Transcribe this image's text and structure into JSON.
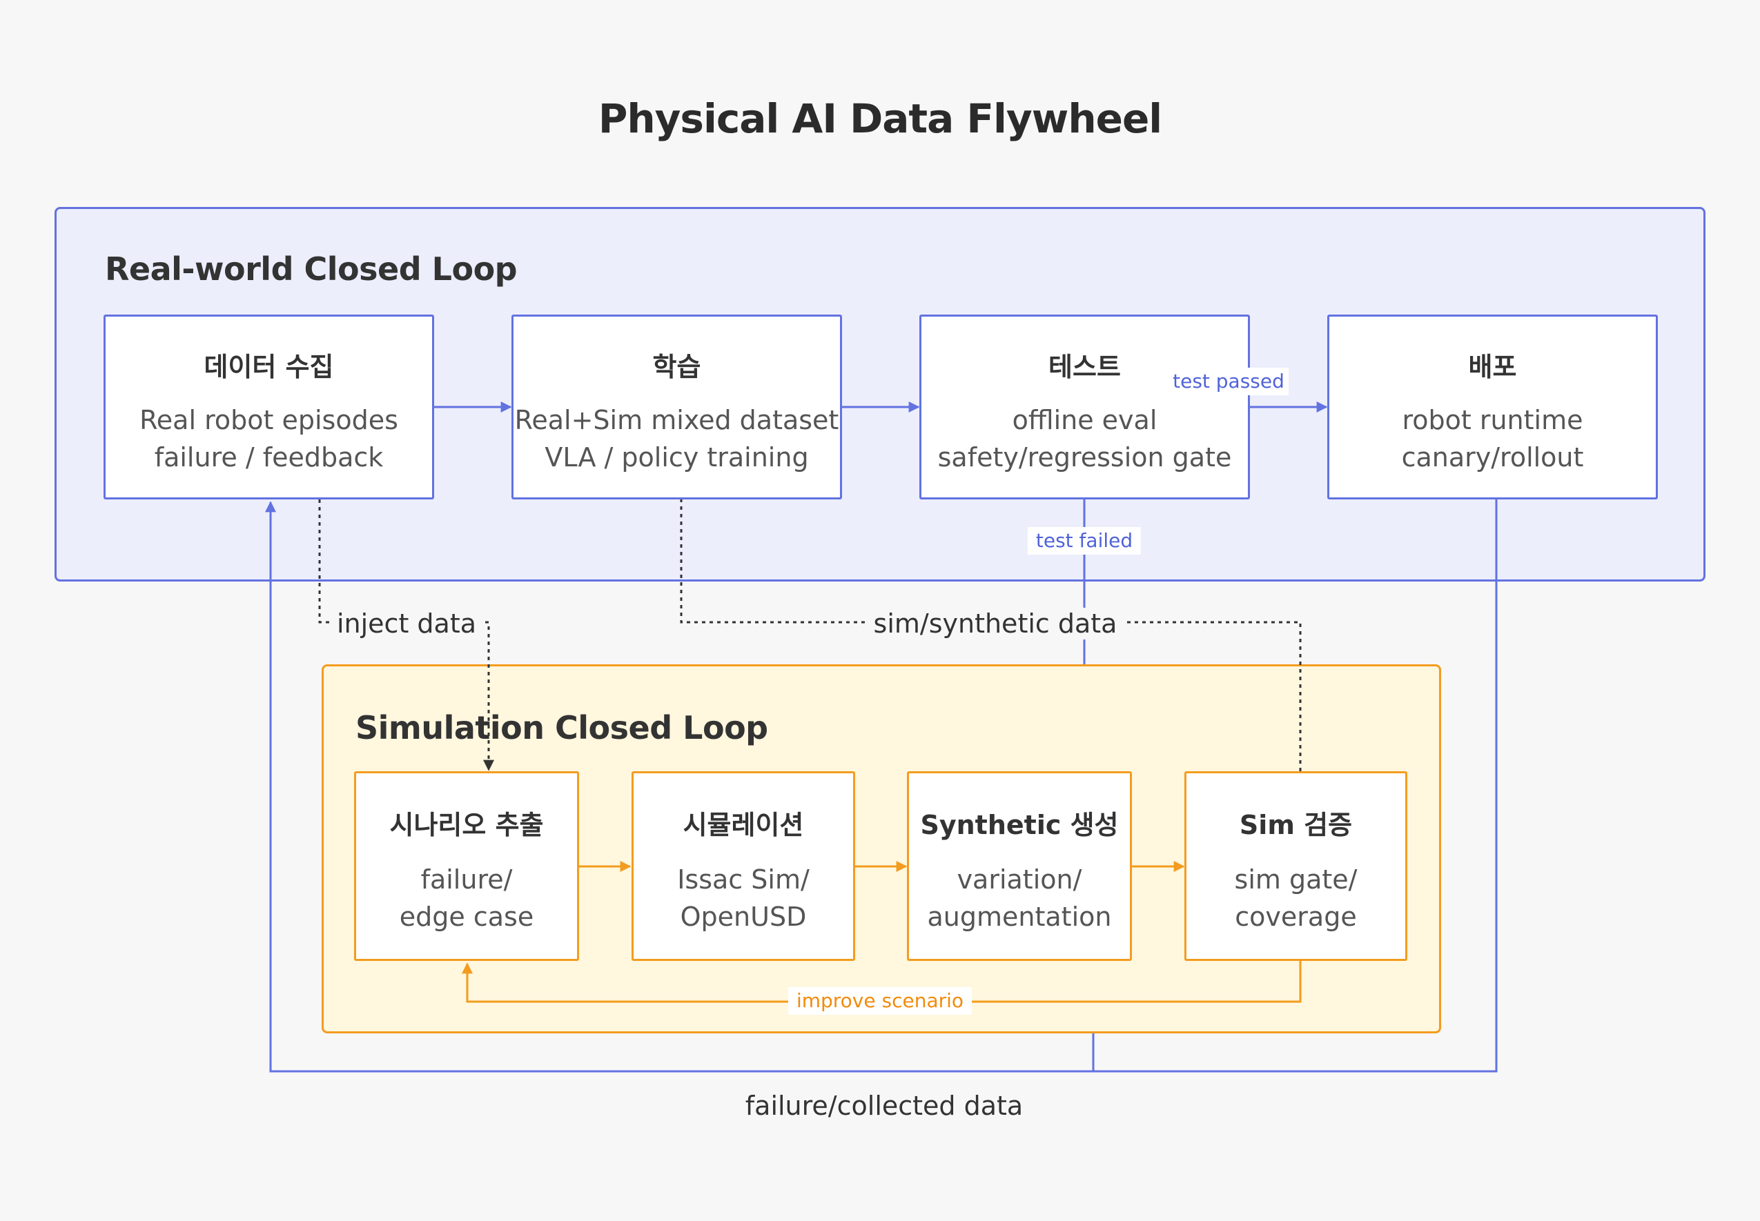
{
  "title": "Physical AI Data Flywheel",
  "colors": {
    "real_loop": "#6272e0",
    "real_loop_fill": "#eceefc",
    "sim_loop": "#f39c1f",
    "sim_loop_fill": "#fff7de",
    "dashed": "#444444"
  },
  "real_loop": {
    "title": "Real-world Closed Loop",
    "nodes": [
      {
        "title": "데이터 수집",
        "lines": [
          "Real robot episodes",
          "failure / feedback"
        ]
      },
      {
        "title": "학습",
        "lines": [
          "Real+Sim mixed dataset",
          "VLA / policy training"
        ]
      },
      {
        "title": "테스트",
        "lines": [
          "offline eval",
          "safety/regression gate"
        ]
      },
      {
        "title": "배포",
        "lines": [
          "robot runtime",
          "canary/rollout"
        ]
      }
    ]
  },
  "sim_loop": {
    "title": "Simulation Closed Loop",
    "nodes": [
      {
        "title": "시나리오 추출",
        "lines": [
          "failure/",
          "edge case"
        ]
      },
      {
        "title": "시뮬레이션",
        "lines": [
          "Issac Sim/",
          "OpenUSD"
        ]
      },
      {
        "title": "Synthetic 생성",
        "lines": [
          "variation/",
          "augmentation"
        ]
      },
      {
        "title": "Sim 검증",
        "lines": [
          "sim gate/",
          "coverage"
        ]
      }
    ]
  },
  "edge_labels": {
    "test_passed": "test passed",
    "test_failed": "test failed",
    "inject_data": "inject data",
    "sim_synthetic_data": "sim/synthetic data",
    "improve_scenario": "improve scenario",
    "failure_collected_data": "failure/collected data"
  }
}
